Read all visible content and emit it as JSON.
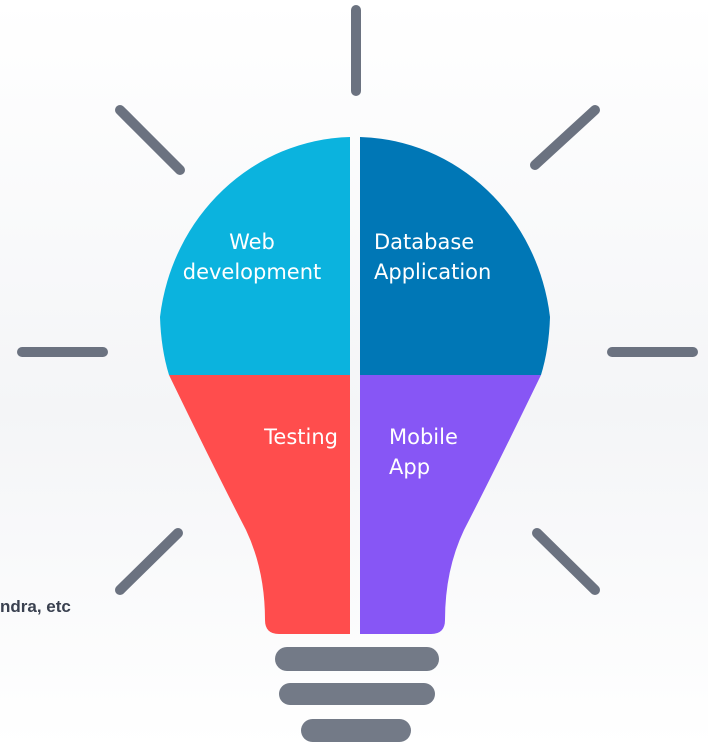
{
  "diagram": {
    "segments": {
      "web_line1": "Web",
      "web_line2": "development",
      "db_line1": "Database",
      "db_line2": "Application",
      "testing": "Testing",
      "mobile_line1": "Mobile",
      "mobile_line2": "App"
    },
    "side_text": "ndra, etc"
  },
  "colors": {
    "web": "#0bb3de",
    "database": "#0077b6",
    "testing": "#ff4d4d",
    "mobile": "#8756f5",
    "rays": "#6b7280",
    "base": "#737a87"
  }
}
